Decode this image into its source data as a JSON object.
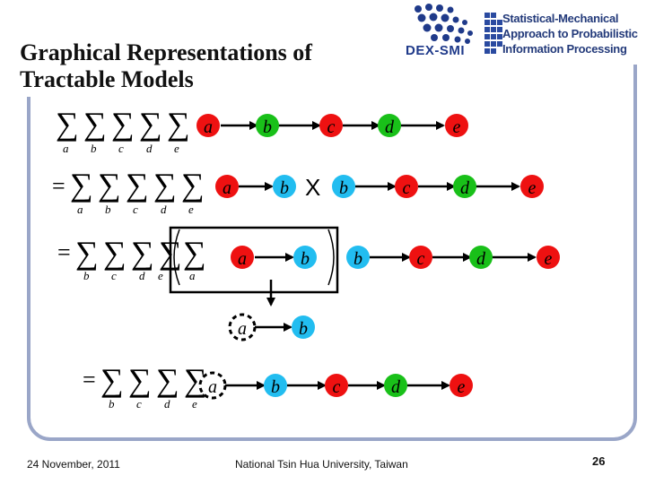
{
  "slide": {
    "title": "Graphical Representations of\nTractable Models",
    "page_number": "26",
    "date": "24 November, 2011",
    "institution": "National Tsin Hua University, Taiwan"
  },
  "logo": {
    "dex_smi": "DEX-SMI",
    "project_line1": "Statistical-Mechanical",
    "project_line2": "Approach to Probabilistic",
    "project_line3": "Information Processing"
  },
  "math": {
    "row1_sums": [
      "a",
      "b",
      "c",
      "d",
      "e"
    ],
    "row2_sums": [
      "a",
      "b",
      "c",
      "d",
      "e"
    ],
    "row3_sums": [
      "b",
      "c",
      "d",
      "e"
    ],
    "row3_inner_sum": "a",
    "row5_sums": [
      "b",
      "c",
      "d",
      "e"
    ],
    "equals": "=",
    "times": "X"
  },
  "nodes": {
    "row1": [
      "a",
      "b",
      "c",
      "d",
      "e"
    ],
    "row2_left": [
      "a",
      "b"
    ],
    "row2_right": [
      "b",
      "c",
      "d",
      "e"
    ],
    "row3_boxed": [
      "a",
      "b"
    ],
    "row3_right": [
      "b",
      "c",
      "d",
      "e"
    ],
    "row4": [
      "a",
      "b"
    ],
    "row5": [
      "a",
      "b",
      "c",
      "d",
      "e"
    ]
  },
  "colors": {
    "red": "#ee1111",
    "green": "#19c019",
    "cyan": "#22bdf0",
    "frame": "#9aa6c8",
    "logo_blue": "#1f3a8a"
  }
}
